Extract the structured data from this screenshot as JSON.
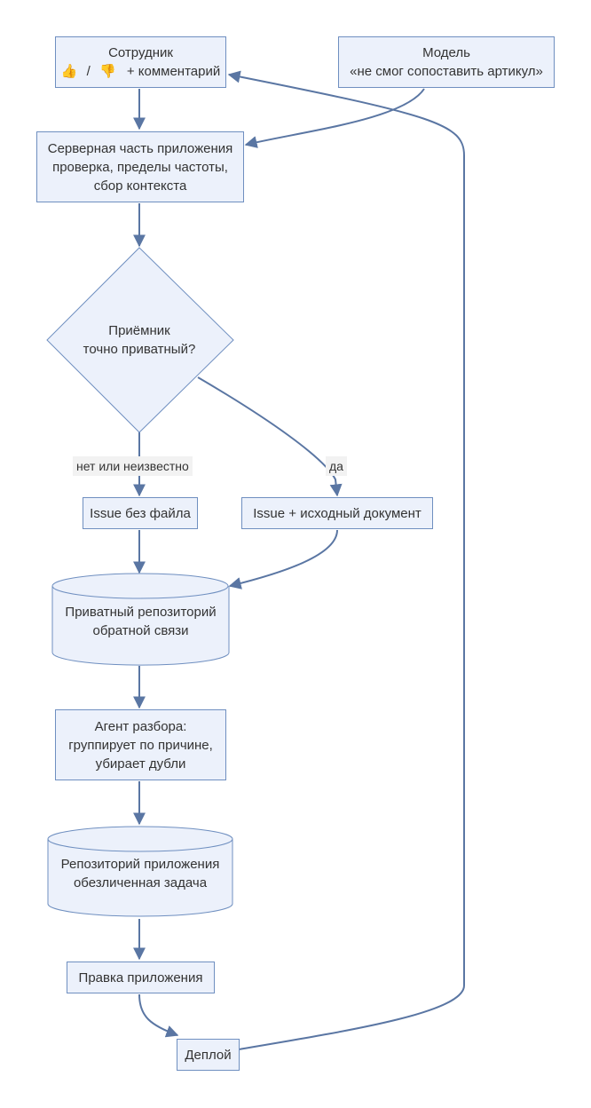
{
  "nodes": {
    "employee": {
      "line1": "Сотрудник",
      "thumbs_up": "👍",
      "slash": "/",
      "thumbs_down": "👎",
      "comment": "+ комментарий"
    },
    "model": {
      "line1": "Модель",
      "line2": "«не смог сопоставить артикул»"
    },
    "server": {
      "line1": "Серверная часть приложения",
      "line2": "проверка, пределы частоты,",
      "line3": "сбор контекста"
    },
    "decision": {
      "line1": "Приёмник",
      "line2": "точно приватный?"
    },
    "issue_no_file": {
      "line1": "Issue без файла"
    },
    "issue_with_doc": {
      "line1": "Issue + исходный документ"
    },
    "private_repo": {
      "line1": "Приватный репозиторий",
      "line2": "обратной связи"
    },
    "triage_agent": {
      "line1": "Агент разбора:",
      "line2": "группирует по причине,",
      "line3": "убирает дубли"
    },
    "app_repo": {
      "line1": "Репозиторий приложения",
      "line2": "обезличенная задача"
    },
    "app_fix": {
      "line1": "Правка приложения"
    },
    "deploy": {
      "line1": "Деплой"
    }
  },
  "edge_labels": {
    "no_or_unknown": "нет или неизвестно",
    "yes": "да"
  },
  "colors": {
    "node_fill": "#ecf1fb",
    "node_border": "#6f8fc0",
    "edge": "#5a76a3",
    "label_bg": "#f2f2f2"
  }
}
